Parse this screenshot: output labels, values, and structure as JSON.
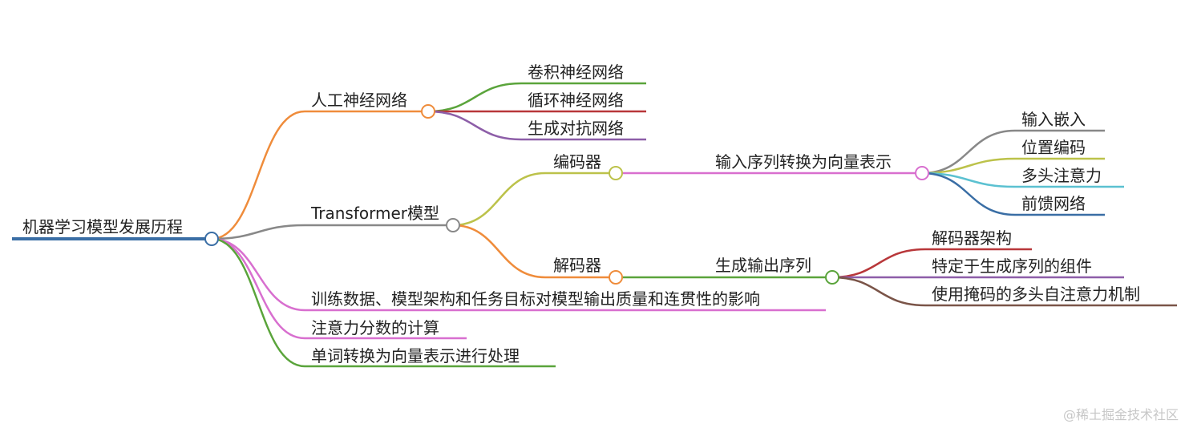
{
  "root": "机器学习模型发展历程",
  "branches": {
    "ann": {
      "label": "人工神经网络",
      "children": [
        "卷积神经网络",
        "循环神经网络",
        "生成对抗网络"
      ]
    },
    "transformer": {
      "label": "Transformer模型",
      "encoder": {
        "label": "编码器",
        "detail": "输入序列转换为向量表示",
        "children": [
          "输入嵌入",
          "位置编码",
          "多头注意力",
          "前馈网络"
        ]
      },
      "decoder": {
        "label": "解码器",
        "detail": "生成输出序列",
        "children": [
          "解码器架构",
          "特定于生成序列的组件",
          "使用掩码的多头自注意力机制"
        ]
      }
    },
    "impact": "训练数据、模型架构和任务目标对模型输出质量和连贯性的影响",
    "attention": "注意力分数的计算",
    "embedding": "单词转换为向量表示进行处理"
  },
  "watermark": "@稀土掘金技术社区",
  "colors": {
    "root": "#3a6ea5",
    "ann": "#ef8c3b",
    "conv": "#5aa43b",
    "rnn": "#b8373a",
    "gan": "#8d5ea8",
    "transformer": "#888888",
    "encoder": "#bcc24a",
    "decoder": "#ef8c3b",
    "enc_detail": "#d86fcf",
    "emb_in": "#888888",
    "pos": "#bcc24a",
    "mha": "#5bc1d1",
    "ffn": "#3a6ea5",
    "dec_detail": "#5aa43b",
    "dec_arch": "#b8373a",
    "dec_spec": "#8d5ea8",
    "dec_mask": "#7a5448",
    "impact": "#d86fcf",
    "attention": "#d86fcf",
    "embedding": "#5aa43b"
  }
}
